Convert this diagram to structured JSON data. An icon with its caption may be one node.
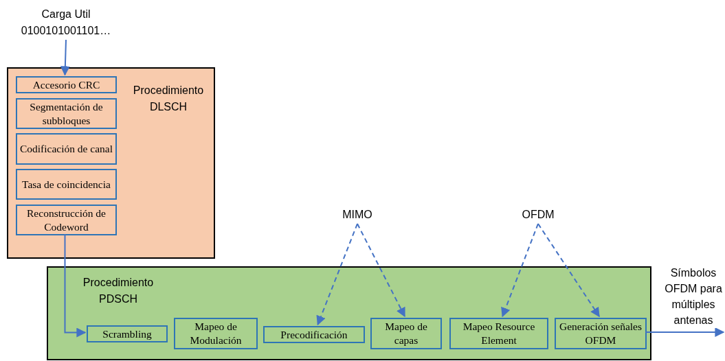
{
  "diagram": {
    "nodes": [
      {
        "text": [
          "Carga Util 0100101001101…"
        ]
      },
      {
        "text": [
          "Procedimiento DLSCH"
        ]
      },
      {
        "text": [
          "Accesorio CRC"
        ],
        "in": 1
      },
      {
        "text": [
          "Segmentación de subbloques"
        ],
        "in": 1
      },
      {
        "text": [
          "Codificación de canal"
        ],
        "in": 1
      },
      {
        "text": [
          "Tasa de coincidencia"
        ],
        "in": 1
      },
      {
        "text": [
          "Reconstrucción de Codeword"
        ],
        "in": 1
      },
      {
        "text": [
          "Procedimiento PDSCH"
        ]
      },
      {
        "text": [
          "Scrambling"
        ],
        "in": 7
      },
      {
        "text": [
          "Mapeo de Modulación"
        ],
        "in": 7
      },
      {
        "text": [
          "Precodificación"
        ],
        "in": 7
      },
      {
        "text": [
          "Mapeo de capas"
        ],
        "in": 7
      },
      {
        "text": [
          "Mapeo Resource Element"
        ],
        "in": 7
      },
      {
        "text": [
          "Generación señales OFDM"
        ],
        "in": 7
      },
      {
        "text": [
          "MIMO"
        ]
      },
      {
        "text": [
          "OFDM"
        ]
      }
    ],
    "edges": [
      {
        "from": 0,
        "to": 2,
        "arrow": "to"
      },
      {
        "from": 6,
        "to": 8,
        "arrow": "to"
      },
      {
        "from": 14,
        "to": 10,
        "arrow": "to",
        "style": "dashed"
      },
      {
        "from": 14,
        "to": 11,
        "arrow": "to",
        "style": "dashed"
      },
      {
        "from": 15,
        "to": 12,
        "arrow": "to",
        "style": "dashed"
      },
      {
        "from": 15,
        "to": 13,
        "arrow": "to",
        "style": "dashed"
      },
      {
        "from": 13,
        "to": null,
        "arrow": "to",
        "label": "Símbolos OFDM para múltiples antenas"
      }
    ]
  }
}
